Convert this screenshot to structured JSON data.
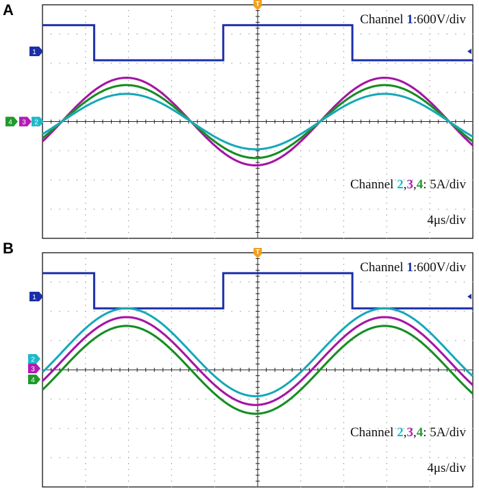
{
  "colors": {
    "ch1": "#1a2fa8",
    "ch2": "#20b8c8",
    "ch3": "#b21cb2",
    "ch4": "#1e9a2a",
    "grid": "#8a8a8a",
    "trigger": "#f0a020"
  },
  "panels": [
    {
      "id": "A",
      "label": "A",
      "ch1_text": {
        "prefix": "Channel ",
        "num": "1",
        "suffix": ":600V/div"
      },
      "ch234_text": {
        "prefix": "Channel ",
        "n2": "2",
        "c1": ",",
        "n3": "3",
        "c2": ",",
        "n4": "4",
        "suffix": ": 5A/div"
      },
      "timebase": "4μs/div",
      "trigger_marker": "T",
      "channel_markers": [
        "4",
        "3",
        "2",
        "1"
      ]
    },
    {
      "id": "B",
      "label": "B",
      "ch1_text": {
        "prefix": "Channel ",
        "num": "1",
        "suffix": ":600V/div"
      },
      "ch234_text": {
        "prefix": "Channel ",
        "n2": "2",
        "c1": ",",
        "n3": "3",
        "c2": ",",
        "n4": "4",
        "suffix": ": 5A/div"
      },
      "timebase": "4μs/div",
      "trigger_marker": "T",
      "channel_markers": [
        "2",
        "3",
        "4",
        "1"
      ]
    }
  ],
  "chart_data": [
    {
      "type": "line",
      "title": "A",
      "x_unit": "div",
      "xlim": [
        0,
        10
      ],
      "ylim": [
        -4,
        4
      ],
      "grid": true,
      "series": [
        {
          "name": "Channel 1",
          "kind": "square",
          "high": 3.3,
          "low": 2.1,
          "transitions": [
            0.0,
            1.2,
            4.2,
            7.2
          ],
          "period_div": 6.0,
          "first_fall": 1.2
        },
        {
          "name": "Channel 3",
          "kind": "sine",
          "amplitude": 1.5,
          "offset": 0.0,
          "period_div": 6.0,
          "peak_at_div": 1.95,
          "phase_zero_div": 0.45
        },
        {
          "name": "Channel 4",
          "kind": "sine",
          "amplitude": 1.25,
          "offset": 0.0,
          "period_div": 6.0,
          "peak_at_div": 1.95
        },
        {
          "name": "Channel 2",
          "kind": "sine",
          "amplitude": 0.95,
          "offset": 0.0,
          "period_div": 6.0,
          "peak_at_div": 1.95
        }
      ]
    },
    {
      "type": "line",
      "title": "B",
      "x_unit": "div",
      "xlim": [
        0,
        10
      ],
      "ylim": [
        -4,
        4
      ],
      "grid": true,
      "series": [
        {
          "name": "Channel 1",
          "kind": "square",
          "high": 3.3,
          "low": 2.1,
          "period_div": 6.0,
          "first_fall": 1.2
        },
        {
          "name": "Channel 2",
          "kind": "sine",
          "amplitude": 1.5,
          "offset": 0.6,
          "period_div": 6.0,
          "peak_at_div": 1.95
        },
        {
          "name": "Channel 3",
          "kind": "sine",
          "amplitude": 1.5,
          "offset": 0.3,
          "period_div": 6.0,
          "peak_at_div": 1.95
        },
        {
          "name": "Channel 4",
          "kind": "sine",
          "amplitude": 1.5,
          "offset": 0.0,
          "period_div": 6.0,
          "peak_at_div": 1.95
        }
      ]
    }
  ]
}
